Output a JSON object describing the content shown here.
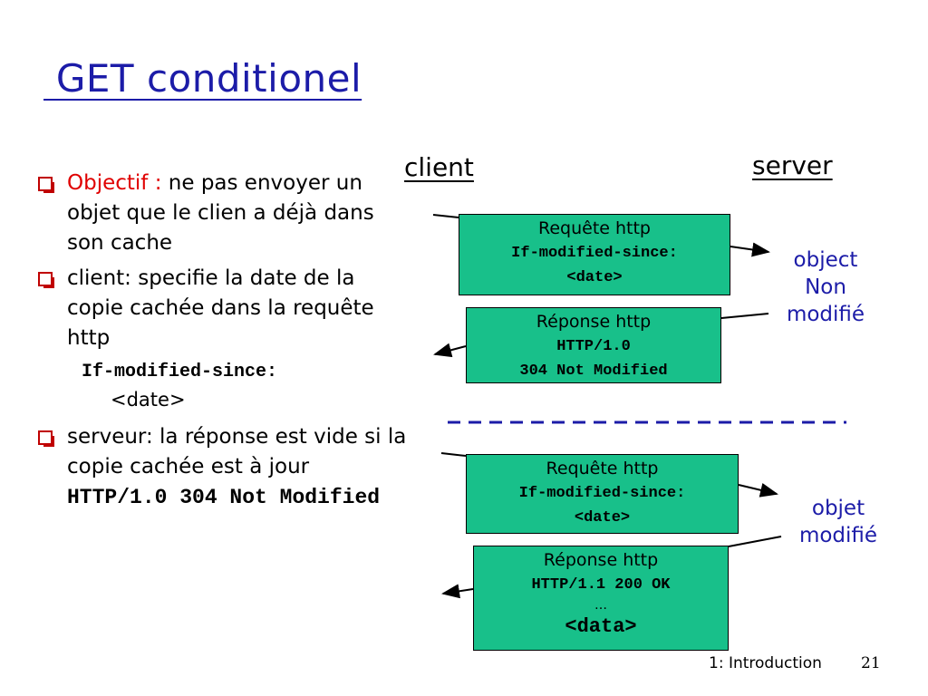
{
  "title": " GET conditionel",
  "bullets": {
    "b1_label": "Objectif :",
    "b1_text": " ne pas envoyer un objet que le clien a déjà dans son cache",
    "b2_text": "client: specifie la date de la copie cachée dans la requête http",
    "b2_sub1": "If-modified-since:",
    "b2_sub2": "<date>",
    "b3_text": "serveur: la réponse est vide si la copie cachée est à jour ",
    "b3_code": "HTTP/1.0 304 Not Modified"
  },
  "labels": {
    "client": "client",
    "server": "server"
  },
  "messages": {
    "req1": {
      "line1": "Requête http",
      "line2": "If-modified-since:",
      "line3": "<date>"
    },
    "resp1": {
      "line1": "Réponse http",
      "line2": "HTTP/1.0",
      "line3": "304 Not Modified"
    },
    "req2": {
      "line1": "Requête http",
      "line2": "If-modified-since:",
      "line3": "<date>"
    },
    "resp2": {
      "line1": "Réponse http",
      "line2": "HTTP/1.1 200 OK",
      "line3": "…",
      "line4": "<data>"
    }
  },
  "notes": {
    "n1_l1": "object",
    "n1_l2": "Non",
    "n1_l3": "modifié",
    "n2_l1": "objet",
    "n2_l2": "modifié"
  },
  "footer": {
    "section": "1: Introduction",
    "page": "21"
  },
  "colors": {
    "title": "#1c1ca8",
    "accent_red": "#e00000",
    "box_green": "#18c08a",
    "dashes": "#1c1ca8"
  }
}
